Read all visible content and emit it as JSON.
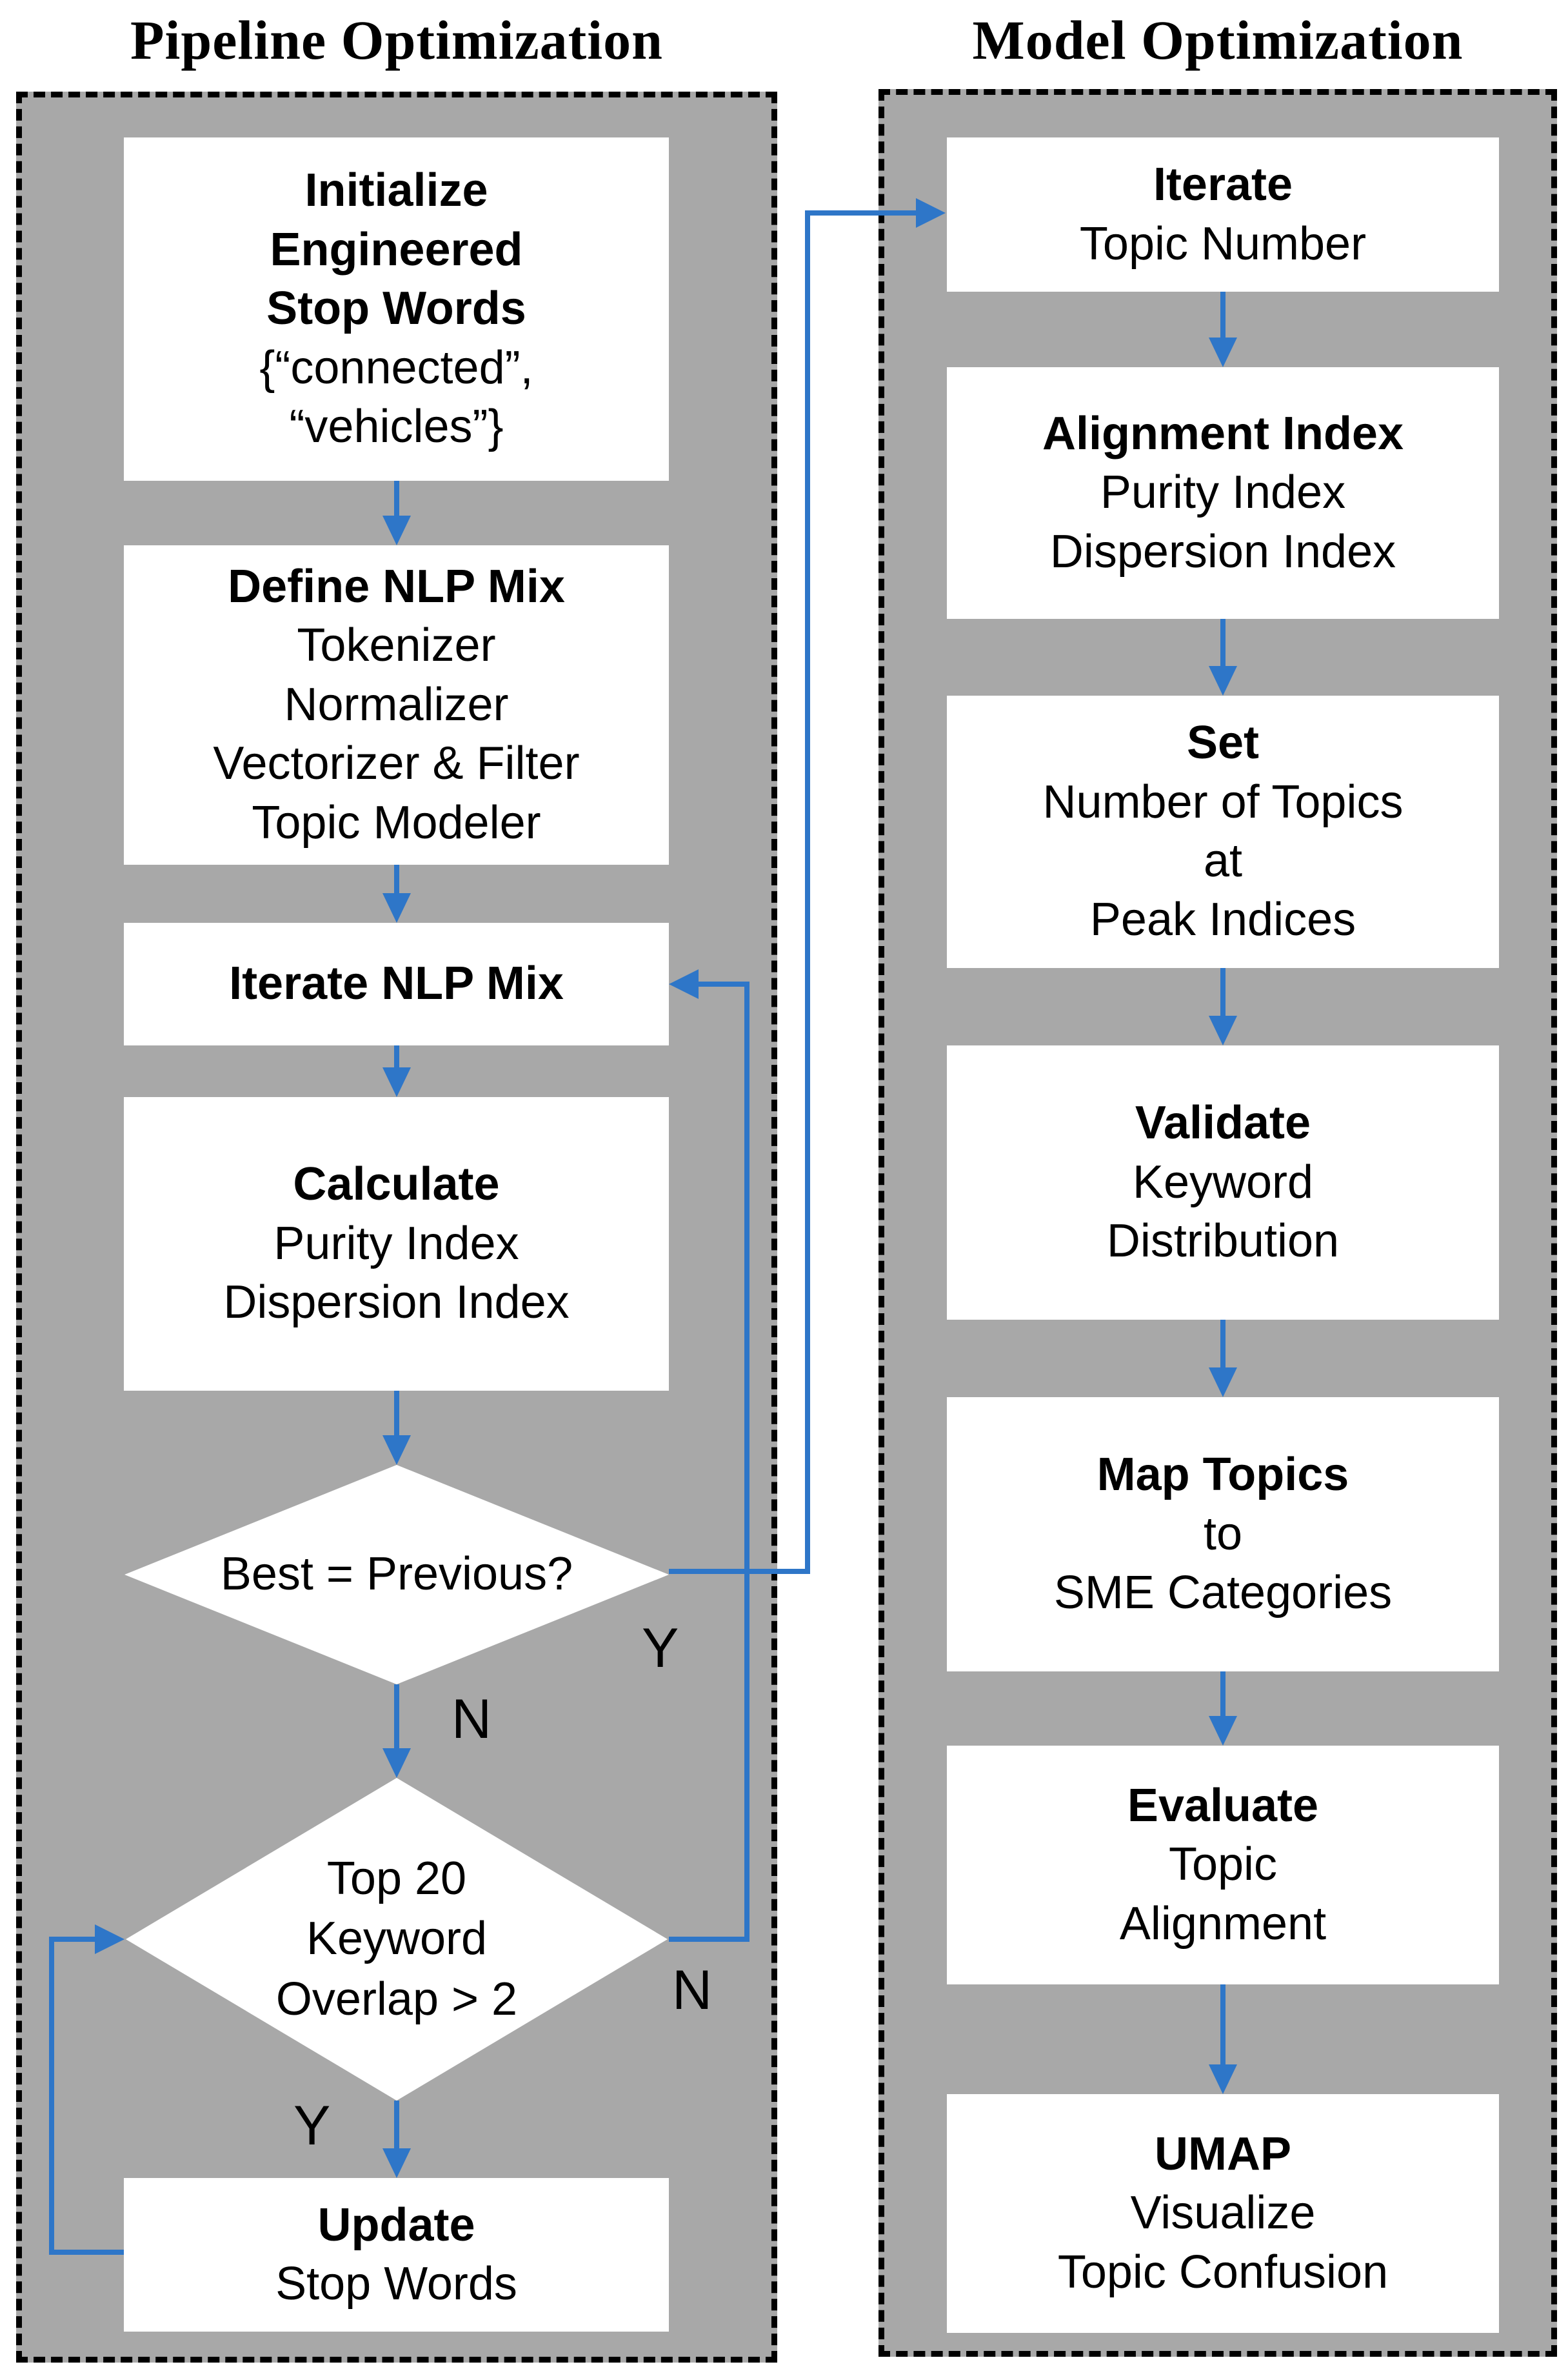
{
  "colors": {
    "panel_gray": "#a8a8a8",
    "arrow_blue": "#2e76c8",
    "box_white": "#ffffff",
    "text_black": "#000000"
  },
  "pipeline": {
    "title": "Pipeline Optimization",
    "boxes": {
      "initialize": {
        "lines": [
          "Initialize",
          "Engineered",
          "Stop Words",
          "{“connected”,",
          "“vehicles”}"
        ]
      },
      "define_nlp_mix": {
        "lines": [
          "Define NLP Mix",
          "Tokenizer",
          "Normalizer",
          "Vectorizer & Filter",
          "Topic Modeler"
        ]
      },
      "iterate_nlp_mix": {
        "lines": [
          "Iterate NLP Mix"
        ]
      },
      "calculate": {
        "lines": [
          "Calculate",
          "Purity Index",
          "Dispersion Index"
        ]
      },
      "update_stop_words": {
        "lines": [
          "Update",
          "Stop Words"
        ]
      }
    },
    "decisions": {
      "best_previous": {
        "question": "Best = Previous?",
        "yes_label": "Y",
        "no_label": "N"
      },
      "keyword_overlap": {
        "lines": [
          "Top 20",
          "Keyword",
          "Overlap > 2"
        ],
        "yes_label": "Y",
        "no_label": "N"
      }
    }
  },
  "model": {
    "title": "Model Optimization",
    "boxes": {
      "iterate_topic_number": {
        "lines": [
          "Iterate",
          "Topic Number"
        ]
      },
      "alignment_index": {
        "lines": [
          "Alignment Index",
          "Purity Index",
          "Dispersion Index"
        ]
      },
      "set_topics": {
        "lines": [
          "Set",
          "Number of Topics",
          "at",
          "Peak Indices"
        ]
      },
      "validate": {
        "lines": [
          "Validate",
          "Keyword",
          "Distribution"
        ]
      },
      "map_topics": {
        "lines": [
          "Map Topics",
          "to",
          "SME Categories"
        ]
      },
      "evaluate": {
        "lines": [
          "Evaluate",
          "Topic",
          "Alignment"
        ]
      },
      "umap": {
        "lines": [
          "UMAP",
          "Visualize",
          "Topic Confusion"
        ]
      }
    }
  }
}
